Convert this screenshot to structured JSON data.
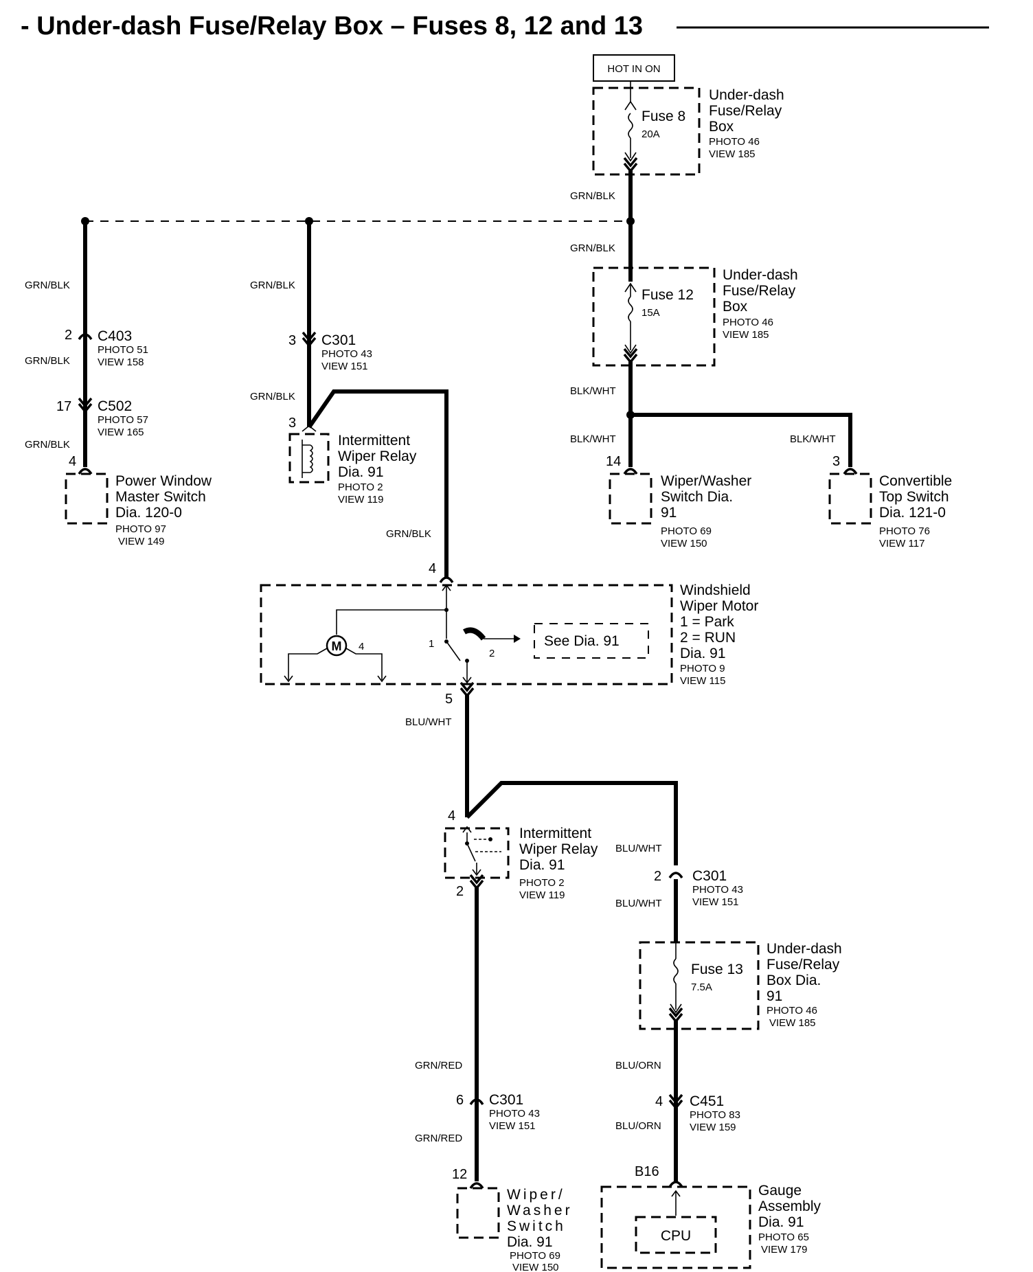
{
  "title": "- Under-dash Fuse/Relay Box – Fuses 8, 12 and 13",
  "hot_in_on": "HOT IN ON",
  "fuse8": {
    "name": "Fuse 8",
    "rating": "20A",
    "box1": "Under-dash",
    "box2": "Fuse/Relay",
    "box3": "Box",
    "photo": "PHOTO 46",
    "view": "VIEW 185"
  },
  "fuse12": {
    "name": "Fuse 12",
    "rating": "15A",
    "box1": "Under-dash",
    "box2": "Fuse/Relay",
    "box3": "Box",
    "photo": "PHOTO 46",
    "view": "VIEW 185"
  },
  "fuse13": {
    "name": "Fuse 13",
    "rating": "7.5A",
    "box1": "Under-dash",
    "box2": "Fuse/Relay",
    "box3": "Box Dia.",
    "box4": "91",
    "photo": "PHOTO 46",
    "view": "VIEW 185"
  },
  "wires": {
    "grn_blk": "GRN/BLK",
    "blk_wht": "BLK/WHT",
    "blu_wht": "BLU/WHT",
    "grn_red": "GRN/RED",
    "blu_orn": "BLU/ORN"
  },
  "c403": {
    "pin": "2",
    "name": "C403",
    "photo": "PHOTO 51",
    "view": "VIEW 158"
  },
  "c502": {
    "pin": "17",
    "name": "C502",
    "photo": "PHOTO 57",
    "view": "VIEW 165"
  },
  "c301_top": {
    "pin": "3",
    "name": "C301",
    "photo": "PHOTO 43",
    "view": "VIEW 151"
  },
  "c301_mid": {
    "pin": "2",
    "name": "C301",
    "photo": "PHOTO 43",
    "view": "VIEW 151"
  },
  "c301_bot": {
    "pin": "6",
    "name": "C301",
    "photo": "PHOTO 43",
    "view": "VIEW 151"
  },
  "c451": {
    "pin": "4",
    "name": "C451",
    "photo": "PHOTO 83",
    "view": "VIEW 159"
  },
  "power_window": {
    "pin": "4",
    "l1": "Power Window",
    "l2": "Master  Switch",
    "l3": "Dia. 120-0",
    "photo": "PHOTO 97",
    "view": "VIEW 149"
  },
  "relay_top": {
    "pin": "3",
    "l1": "Intermittent",
    "l2": "Wiper Relay",
    "l3": "Dia. 91",
    "photo": "PHOTO 2",
    "view": "VIEW 119"
  },
  "relay_bot": {
    "pin_in": "4",
    "pin_out": "2",
    "l1": "Intermittent",
    "l2": "Wiper Relay",
    "l3": "Dia. 91",
    "photo": "PHOTO 2",
    "view": "VIEW 119"
  },
  "wiper_washer_top": {
    "pin": "14",
    "l1": "Wiper/Washer",
    "l2": "Switch Dia.",
    "l3": "91",
    "photo": "PHOTO 69",
    "view": "VIEW 150"
  },
  "convertible": {
    "pin": "3",
    "l1": "Convertible",
    "l2": "Top Switch",
    "l3": "Dia. 121-0",
    "photo": "PHOTO 76",
    "view": "VIEW 117"
  },
  "wiper_motor": {
    "pin_in": "4",
    "pin_out": "5",
    "l1": "Windshield",
    "l2": "Wiper Motor",
    "l3": "1 = Park",
    "l4": "2 = RUN",
    "l5": "Dia. 91",
    "photo": "PHOTO 9",
    "view": "VIEW 115",
    "motor": "M",
    "motor_pin": "4",
    "sw1": "1",
    "sw2": "2",
    "see": "See Dia. 91"
  },
  "wiper_washer_bot": {
    "pin": "12",
    "l1": "Wiper/",
    "l2": "Washer",
    "l3": "Switch",
    "l4": "Dia. 91",
    "photo": "PHOTO 69",
    "view": "VIEW 150"
  },
  "gauge": {
    "pin": "B16",
    "cpu": "CPU",
    "l1": "Gauge",
    "l2": "Assembly",
    "l3": "Dia. 91",
    "photo": "PHOTO 65",
    "view": "VIEW 179"
  }
}
